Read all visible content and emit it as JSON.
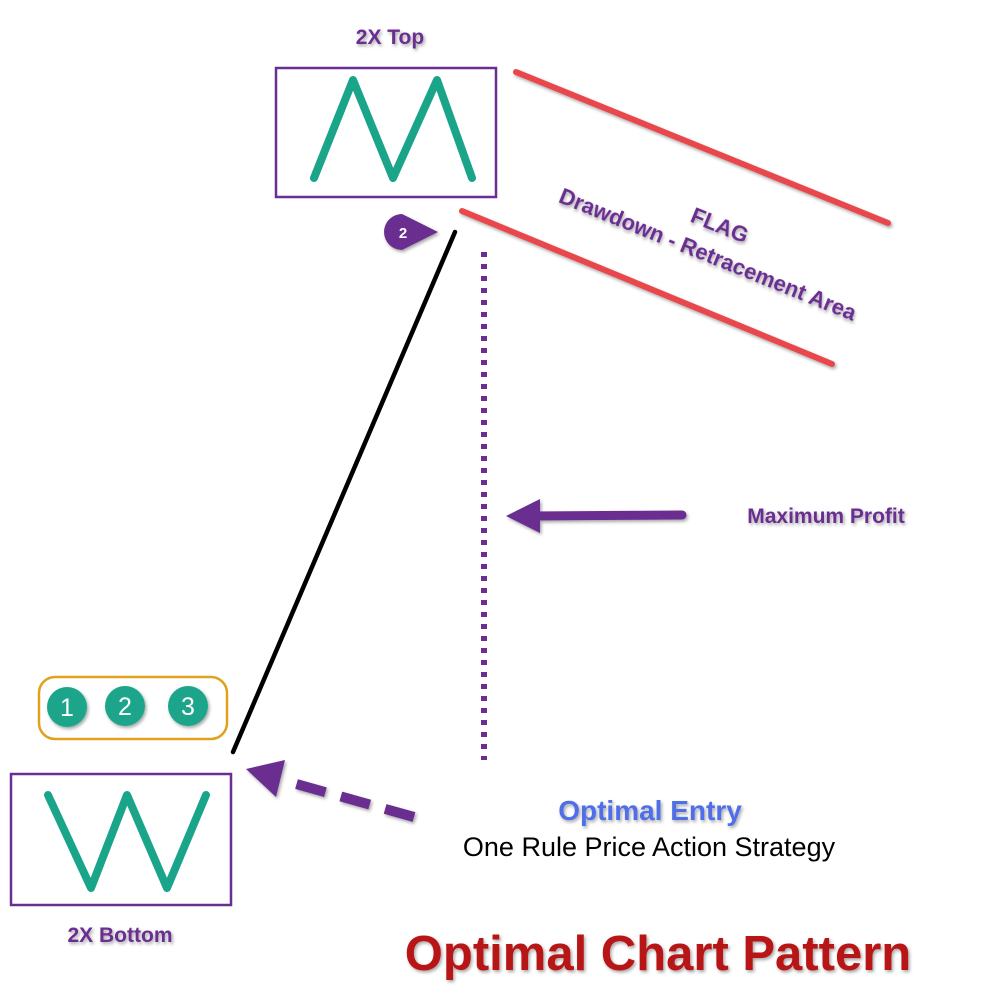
{
  "top_label": "2X Top",
  "bottom_label": "2X Bottom",
  "flag_label": "FLAG",
  "drawdown_label": "Drawdown - Retracement Area",
  "max_profit_label": "Maximum Profit",
  "marker_2": "2",
  "steps": [
    "1",
    "2",
    "3"
  ],
  "optimal_entry_label": "Optimal Entry",
  "strategy_label": "One Rule Price Action Strategy",
  "main_title": "Optimal Chart Pattern",
  "colors": {
    "purple": "#6a2d91",
    "teal": "#1aa58a",
    "red_line": "#e8474c",
    "gold_border": "#e0a21e",
    "blue_text": "#4f6ee8",
    "title_red": "#b81414",
    "black": "#000000"
  }
}
